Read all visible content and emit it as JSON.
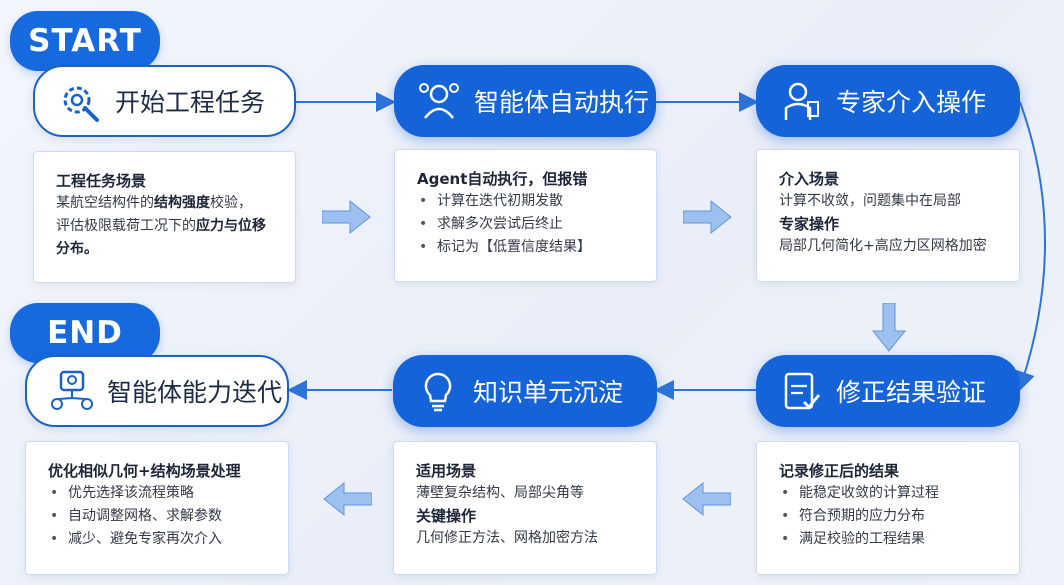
{
  "labels": {
    "start": "START",
    "end": "END"
  },
  "steps": {
    "s1": {
      "title": "开始工程任务",
      "icon": "gear-wrench-icon",
      "heading": "工程任务场景",
      "p1": "某航空结构件的",
      "p1b": "结构强度",
      "p1c": "校验，",
      "p2": "评估极限载荷工况下的",
      "p2b": "应力与位移分布。"
    },
    "s2": {
      "title": "智能体自动执行",
      "icon": "agent-icon",
      "heading": "Agent自动执行，但报错",
      "items": [
        "计算在迭代初期发散",
        "求解多次尝试后终止",
        "标记为【低置信度结果】"
      ]
    },
    "s3": {
      "title": "专家介入操作",
      "icon": "expert-icon",
      "h1": "介入场景",
      "t1": "计算不收敛，问题集中在局部",
      "h2": "专家操作",
      "t2": "局部几何简化+高应力区网格加密"
    },
    "s4": {
      "title": "修正结果验证",
      "icon": "verify-icon",
      "heading": "记录修正后的结果",
      "items": [
        "能稳定收敛的计算过程",
        "符合预期的应力分布",
        "满足校验的工程结果"
      ]
    },
    "s5": {
      "title": "知识单元沉淀",
      "icon": "lightbulb-icon",
      "h1": "适用场景",
      "t1": "薄壁复杂结构、局部尖角等",
      "h2": "关键操作",
      "t2": "几何修正方法、网格加密方法"
    },
    "s6": {
      "title": "智能体能力迭代",
      "icon": "capability-icon",
      "heading": "优化相似几何+结构场景处理",
      "items": [
        "优先选择该流程策略",
        "自动调整网格、求解参数",
        "减少、避免专家再次介入"
      ]
    }
  },
  "colors": {
    "primary": "#1463d8",
    "outline": "#1a62c6",
    "arrow": "#2e74d8",
    "chevron": "#8fb6ec"
  }
}
